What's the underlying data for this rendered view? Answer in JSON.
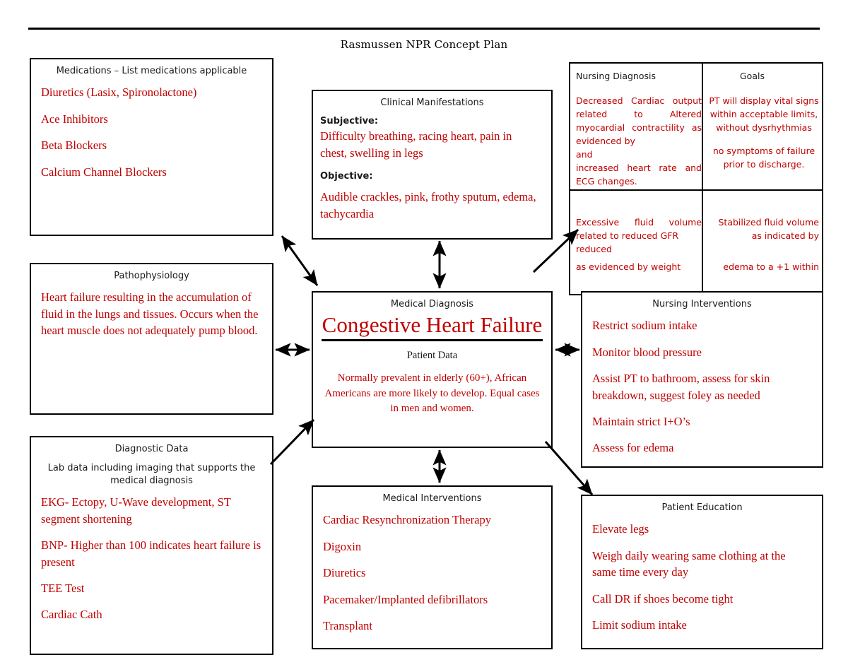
{
  "document": {
    "title": "Rasmussen NPR Concept Plan",
    "accent_red": "#c00000",
    "ink_black": "#1a1a1a"
  },
  "boxes": {
    "medications": {
      "title": "Medications – List medications applicable",
      "items": [
        "Diuretics (Lasix, Spironolactone)",
        "Ace Inhibitors",
        "Beta Blockers",
        "Calcium Channel Blockers"
      ]
    },
    "clinical_manifestations": {
      "title": "Clinical Manifestations",
      "subjective_label": "Subjective:",
      "subjective_text": "Difficulty breathing, racing heart, pain in chest, swelling in legs",
      "objective_label": "Objective:",
      "objective_text": "Audible crackles, pink, frothy sputum, edema, tachycardia"
    },
    "pathophysiology": {
      "title": "Pathophysiology",
      "text": "Heart failure resulting in the accumulation of fluid in the lungs and tissues. Occurs when the heart muscle does not adequately pump blood."
    },
    "diagnostic_data": {
      "title": "Diagnostic Data",
      "subtitle": "Lab data including imaging that supports the medical diagnosis",
      "items": [
        "EKG- Ectopy, U-Wave development, ST segment shortening",
        "BNP- Higher than 100 indicates heart failure is present",
        "TEE Test",
        "Cardiac Cath"
      ]
    },
    "medical_diagnosis": {
      "title": "Medical Diagnosis",
      "diagnosis_name": "Congestive Heart Failure",
      "patient_data_label": "Patient Data",
      "patient_data_text": "Normally prevalent in elderly (60+), African Americans are more likely to develop. Equal cases in men and women."
    },
    "medical_interventions": {
      "title": "Medical Interventions",
      "items": [
        "Cardiac Resynchronization Therapy",
        "Digoxin",
        "Diuretics",
        "Pacemaker/Implanted defibrillators",
        "Transplant"
      ]
    },
    "nursing_interventions": {
      "title": "Nursing Interventions",
      "items": [
        "Restrict sodium intake",
        "Monitor blood pressure",
        "Assist PT to bathroom, assess for skin breakdown, suggest foley as needed",
        "Maintain strict I+O’s",
        "Assess for edema"
      ]
    },
    "patient_education": {
      "title": "Patient Education",
      "items": [
        "Elevate legs",
        "Weigh daily wearing same clothing at the same time every day",
        "Call DR if shoes become tight",
        "Limit sodium intake"
      ]
    },
    "nursing_diagnosis_table": {
      "col1_header": "Nursing Diagnosis",
      "col2_header": "Goals",
      "row1": {
        "diagnosis_part1": "Decreased Cardiac output related to Altered myocardial contractility as evidenced by",
        "diagnosis_part2": "and",
        "diagnosis_part3": "increased heart rate and ECG changes.",
        "goal_part1": "PT will display vital signs within acceptable limits, without dysrhythmias",
        "goal_part2": "no symptoms of failure prior to discharge."
      },
      "row2": {
        "diagnosis_part1": "Excessive fluid volume related to reduced GFR",
        "diagnosis_part2": "reduced",
        "diagnosis_part3": "as evidenced by weight",
        "goal_part1": "Stabilized fluid volume as indicated by",
        "goal_part2": "edema to a +1 within"
      }
    }
  },
  "arrows": [
    {
      "name": "medications-to-diagnosis",
      "style": "double"
    },
    {
      "name": "manifestations-to-diagnosis",
      "style": "double"
    },
    {
      "name": "pathophysiology-to-diagnosis",
      "style": "double"
    },
    {
      "name": "diagnosis-to-nursing-interventions",
      "style": "double"
    },
    {
      "name": "diagnosis-to-medical-interventions",
      "style": "double"
    },
    {
      "name": "diagnostic-data-to-diagnosis",
      "style": "single"
    },
    {
      "name": "diagnosis-to-nursing-diagnosis-table",
      "style": "single"
    },
    {
      "name": "diagnosis-to-patient-education",
      "style": "single"
    }
  ]
}
